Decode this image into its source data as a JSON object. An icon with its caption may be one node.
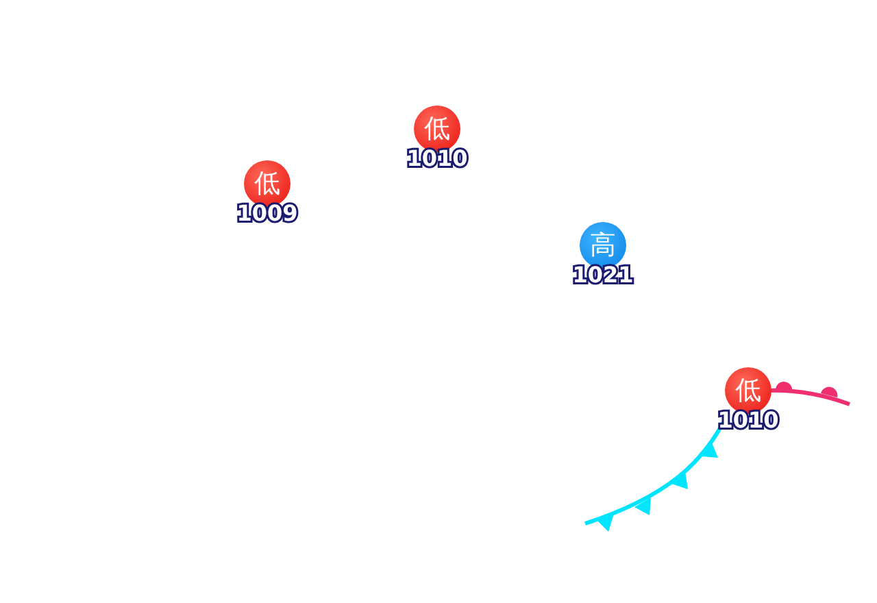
{
  "diagram": {
    "nodes": [
      {
        "text": [
          "低"
        ],
        "beside": [
          "1010"
        ]
      },
      {
        "text": [
          "低"
        ],
        "beside": [
          "1009"
        ]
      },
      {
        "text": [
          "高"
        ],
        "beside": [
          "1021"
        ]
      },
      {
        "text": [
          "低"
        ],
        "beside": [
          "1010"
        ]
      }
    ]
  }
}
